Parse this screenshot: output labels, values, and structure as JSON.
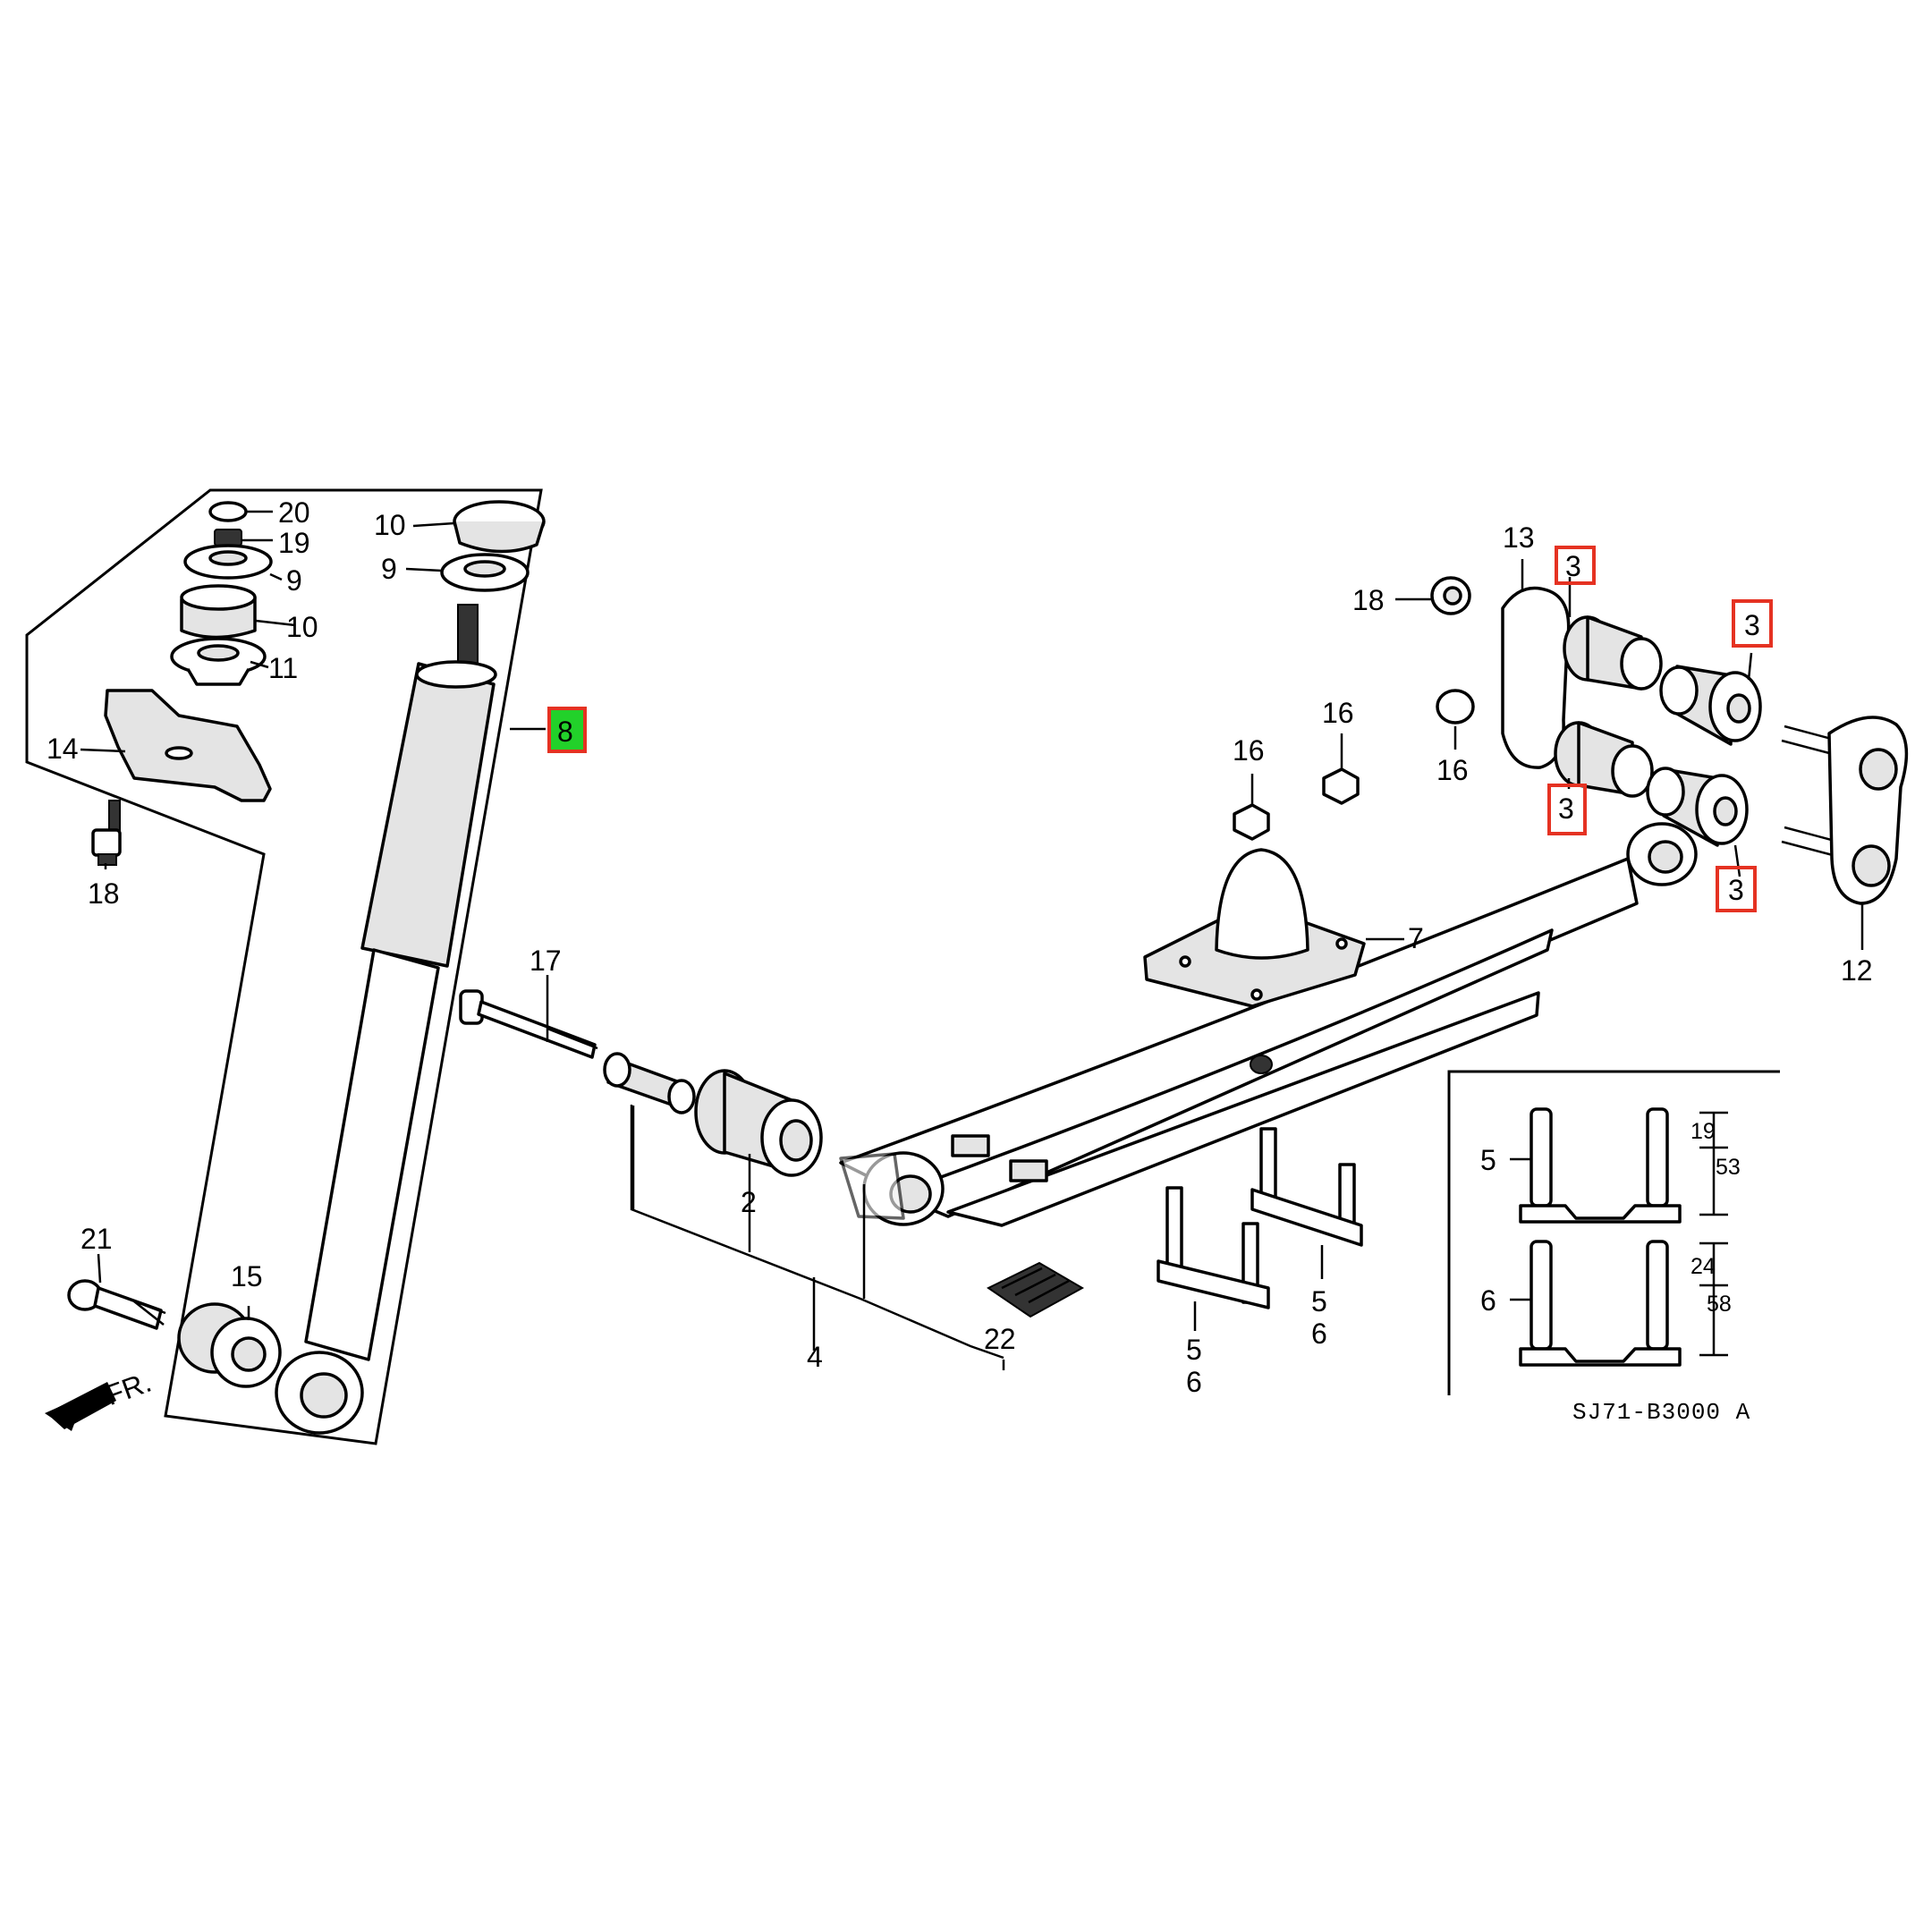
{
  "diagram": {
    "code": "SJ71-B3000 A",
    "direction_label": "FR.",
    "callouts": {
      "c20": "20",
      "c19": "19",
      "c9a": "9",
      "c10a": "10",
      "c11": "11",
      "c14": "14",
      "c18a": "18",
      "c10b": "10",
      "c9b": "9",
      "c8": "8",
      "c17": "17",
      "c21": "21",
      "c15": "15",
      "c2": "2",
      "c4": "4",
      "c22": "22",
      "c7": "7",
      "c16a": "16",
      "c16b": "16",
      "c16c": "16",
      "c18b": "18",
      "c13": "13",
      "c3a": "3",
      "c3b": "3",
      "c3c": "3",
      "c3d": "3",
      "c12": "12",
      "c5a": "5",
      "c6a": "6",
      "c5b": "5",
      "c6b": "6"
    },
    "inset": {
      "top_bolt_label": "5",
      "bottom_bolt_label": "6",
      "top_dims": [
        "19",
        "53"
      ],
      "bottom_dims": [
        "24",
        "58"
      ]
    },
    "highlight_colors": {
      "primary": "#22d12a",
      "secondary": "#e53222"
    }
  }
}
